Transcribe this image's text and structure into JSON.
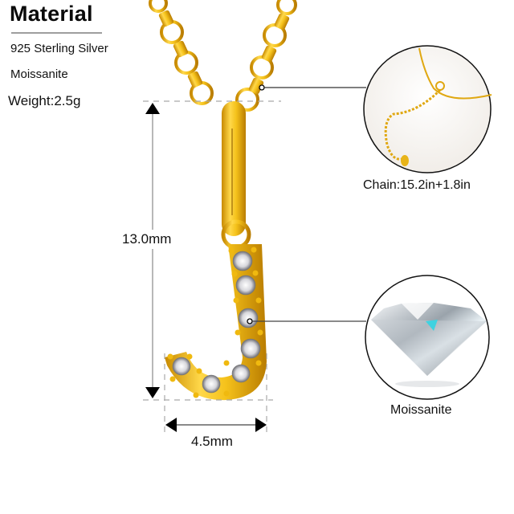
{
  "material_panel": {
    "title": "Material",
    "specs": [
      "925 Sterling Silver",
      "Moissanite",
      "Weight:2.5g"
    ]
  },
  "dimensions": {
    "height_label": "13.0mm",
    "width_label": "4.5mm"
  },
  "callouts": {
    "chain": {
      "caption": "Chain:15.2in+1.8in",
      "image": "chain-extender-closeup"
    },
    "stone": {
      "caption": "Moissanite",
      "image": "moissanite-diamond-closeup"
    }
  },
  "product": {
    "pendant_letter": "J",
    "finish_color": "#e8b419",
    "stone_color": "#e6e6ea"
  }
}
